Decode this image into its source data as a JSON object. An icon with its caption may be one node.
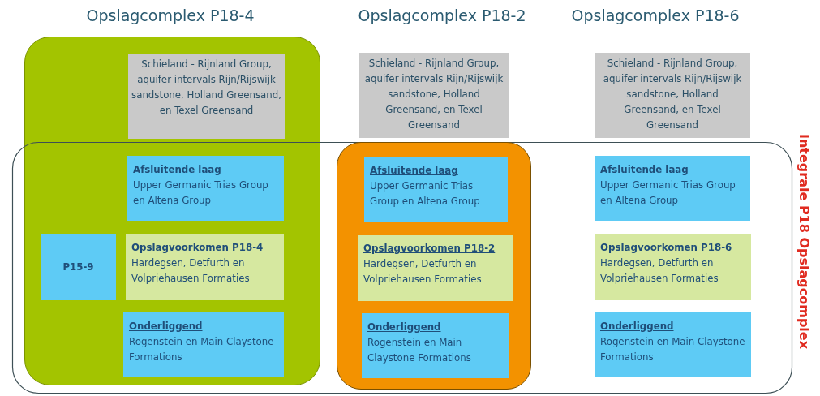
{
  "diagram": {
    "nodes": [
      {
        "text": [
          "Integrale P18 Opslagcomplex"
        ]
      },
      {
        "text": [],
        "shape": "box"
      },
      {
        "text": [
          "Schieland - Rijnland Group, aquifer intervals Rijn/Rijswijk sandstone, Holland Greensand, en Texel Greensand"
        ],
        "in": 1
      },
      {
        "text": [
          "Afsluitende laag",
          "Upper Germanic Trias Group en Altena Group"
        ]
      },
      {
        "text": [
          "P15-9"
        ]
      },
      {
        "text": [
          "Opslagvoorkomen P18-4",
          "Hardegsen, Detfurth en Volpriehausen Formaties"
        ]
      },
      {
        "text": [
          "Onderliggend",
          "Rogenstein en Main Claystone Formations"
        ]
      },
      {
        "text": [
          "Schieland - Rijnland Group, aquifer intervals Rijn/Rijswijk sandstone, Holland Greensand, en Texel Greensand"
        ]
      },
      {
        "text": [],
        "shape": "box",
        "in": 0
      },
      {
        "text": [
          "Afsluitende laag",
          "Upper Germanic Trias Group en Altena Group"
        ],
        "in": 8
      },
      {
        "text": [
          "Opslagvoorkomen P18-2",
          "Hardegsen, Detfurth en Volpriehausen Formaties"
        ],
        "in": 8
      },
      {
        "text": [
          "Onderliggend",
          "Rogenstein en Main Claystone Formations"
        ],
        "in": 8
      },
      {
        "text": [
          "Schieland - Rijnland Group, aquifer intervals Rijn/Rijswijk sandstone, Holland Greensand, en Texel Greensand"
        ]
      },
      {
        "text": [
          "Afsluitende laag",
          "Upper Germanic Trias Group en Altena Group"
        ],
        "in": 0
      },
      {
        "text": [
          "Opslagvoorkomen P18-6",
          "Hardegsen, Detfurth en Volpriehausen Formaties"
        ],
        "in": 0
      },
      {
        "text": [
          "Onderliggend",
          "Rogenstein en Main Claystone Formations"
        ],
        "in": 0
      }
    ],
    "labels": [
      "Opslagcomplex P18-4",
      "Opslagcomplex P18-2",
      "Opslagcomplex P18-6"
    ]
  }
}
